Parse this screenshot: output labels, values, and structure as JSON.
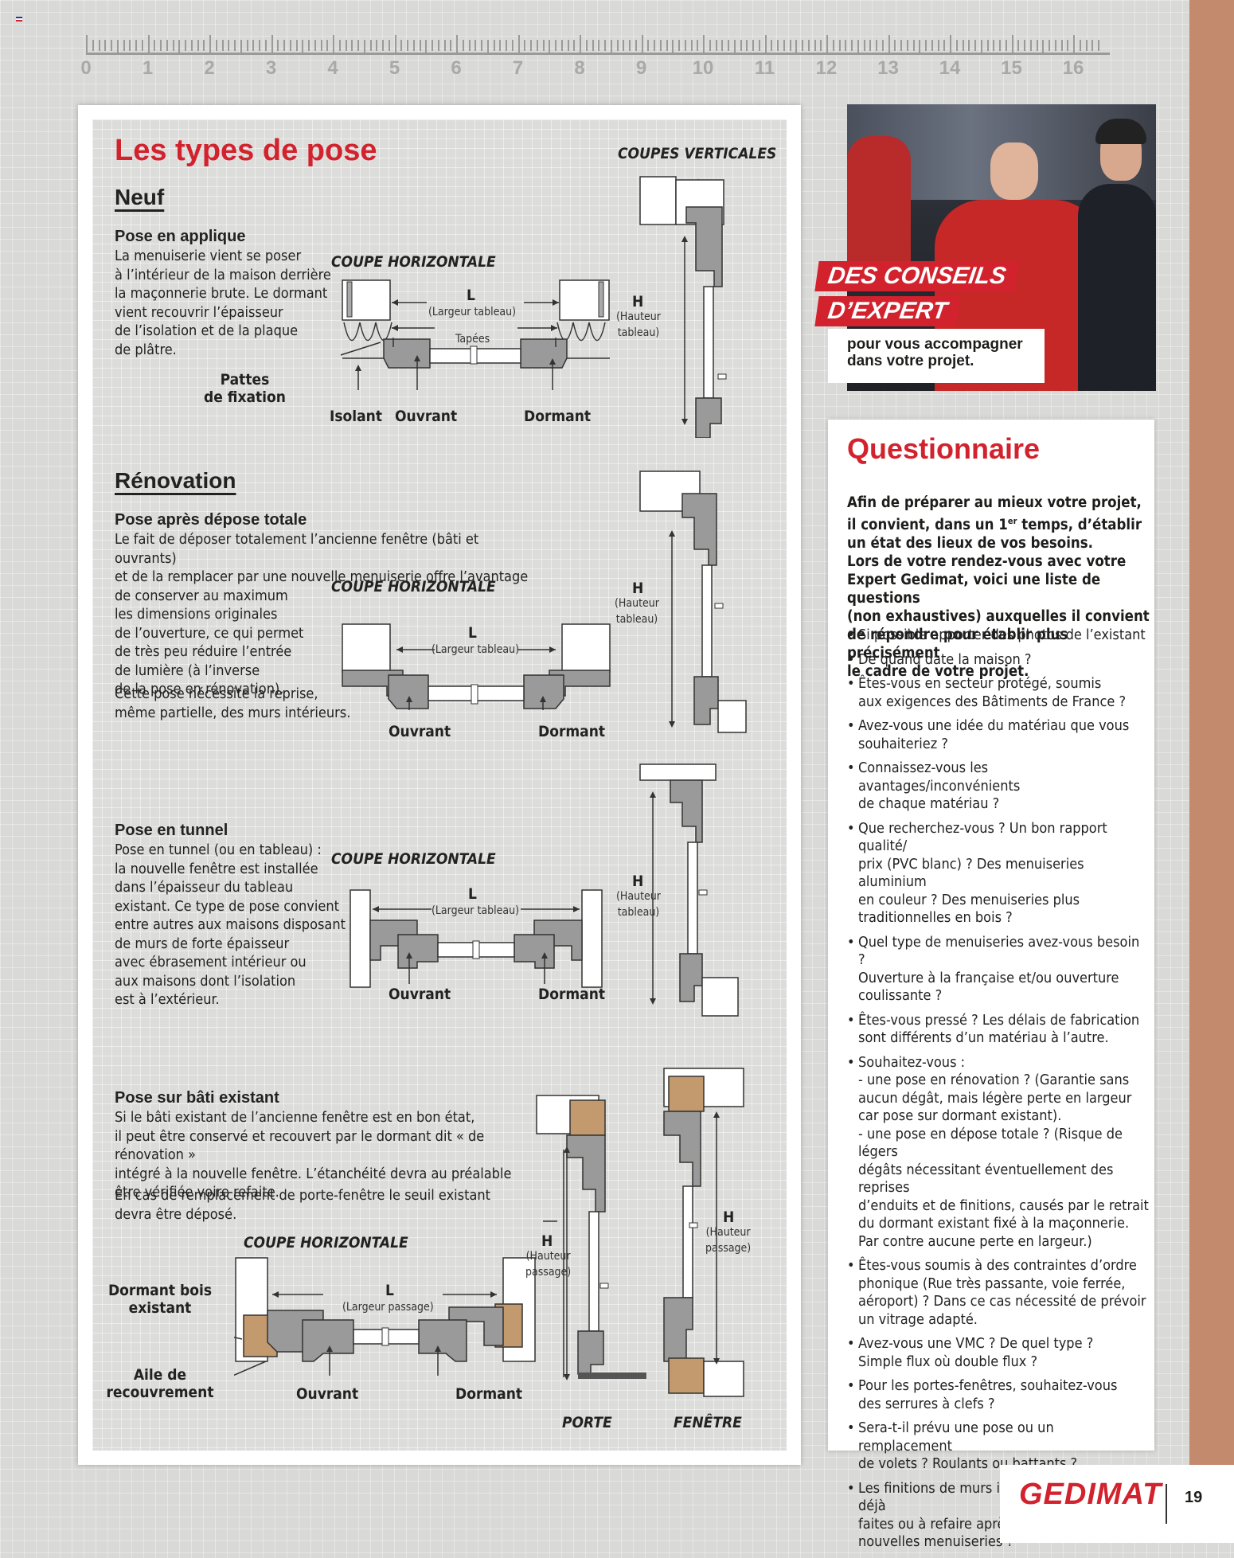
{
  "ruler": {
    "numbers": [
      "0",
      "1",
      "2",
      "3",
      "4",
      "5",
      "6",
      "7",
      "8",
      "9",
      "10",
      "11",
      "12",
      "13",
      "14",
      "15",
      "16"
    ]
  },
  "main": {
    "title": "Les types de pose",
    "neuf": {
      "heading": "Neuf",
      "sub": "Pose en applique",
      "text": "La menuiserie vient se poser\nà l’intérieur de la maison derrière\nla maçonnerie brute. Le dormant\nvient recouvrir l’épaisseur\nde l’isolation et de la plaque\nde plâtre.",
      "diag_title": "COUPE HORIZONTALE",
      "l": "L",
      "l_desc": "(Largeur tableau)",
      "tapees": "Tapées",
      "pattes": "Pattes\nde fixation",
      "isolant": "Isolant",
      "ouvrant": "Ouvrant",
      "dormant": "Dormant"
    },
    "coupes_verticales": "COUPES VERTICALES",
    "h": "H",
    "h_desc": "(Hauteur\ntableau)",
    "renovation": {
      "heading": "Rénovation",
      "sub": "Pose après dépose totale",
      "text": "Le fait de déposer totalement l’ancienne fenêtre (bâti et ouvrants)\net de la remplacer par une nouvelle menuiserie offre l’avantage\nde conserver au maximum\nles dimensions originales\nde l’ouverture, ce qui permet\nde très peu réduire l’entrée\nde lumière (à l’inverse\nde la pose en rénovation).",
      "text2": "Cette pose nécessite la reprise,\nmême partielle, des murs intérieurs.",
      "diag_title": "COUPE HORIZONTALE",
      "l": "L",
      "l_desc": "(Largeur tableau)",
      "ouvrant": "Ouvrant",
      "dormant": "Dormant"
    },
    "tunnel": {
      "sub": "Pose en tunnel",
      "text": "Pose en tunnel (ou en tableau) :\nla nouvelle fenêtre est installée\ndans l’épaisseur du tableau\nexistant. Ce type de pose convient\nentre autres aux maisons disposant\nde murs de forte épaisseur\navec ébrasement intérieur ou\naux maisons dont l’isolation\nest à l’extérieur.",
      "diag_title": "COUPE HORIZONTALE",
      "l": "L",
      "l_desc": "(Largeur tableau)",
      "ouvrant": "Ouvrant",
      "dormant": "Dormant"
    },
    "bati": {
      "sub": "Pose sur bâti existant",
      "text": "Si le bâti existant de l’ancienne fenêtre est en bon état,\nil peut être conservé et recouvert par le dormant dit « de rénovation »\nintégré à la nouvelle fenêtre. L’étanchéité devra au préalable\nêtre vérifiée voire refaite.",
      "text2": "En cas de remplacement de porte-fenêtre le seuil existant\ndevra être déposé.",
      "diag_title": "COUPE HORIZONTALE",
      "l": "L",
      "l_desc": "(Largeur passage)",
      "dormant_bois": "Dormant bois\nexistant",
      "aile": "Aile de\nrecouvrement",
      "ouvrant": "Ouvrant",
      "dormant": "Dormant",
      "h_desc": "(Hauteur\npassage)",
      "porte": "PORTE",
      "fenetre": "FENÊTRE"
    }
  },
  "expert": {
    "line1": "DES CONSEILS",
    "line2": "D’EXPERT",
    "caption": "pour vous accompagner\ndans votre projet."
  },
  "questionnaire": {
    "title": "Questionnaire",
    "intro_a": "Afin de préparer au mieux votre projet,\nil convient, dans un 1",
    "intro_sup": "er",
    "intro_b": " temps, d’établir\nun état des lieux de vos besoins.\nLors de votre rendez-vous avec votre\nExpert Gedimat, voici une liste de questions\n(non exhaustives) auxquelles il convient\nde répondre pour établir plus précisément\nle cadre de votre projet.",
    "items": [
      "Si possible apporter des photos de l’existant",
      "De quand date la maison ?",
      "Êtes-vous en secteur protégé, soumis\naux exigences des Bâtiments de France ?",
      "Avez-vous une idée du matériau que vous\nsouhaiteriez ?",
      "Connaissez-vous les avantages/inconvénients\nde chaque matériau ?",
      "Que recherchez-vous ? Un bon rapport qualité/\nprix (PVC blanc) ? Des menuiseries aluminium\nen couleur ? Des menuiseries plus\ntraditionnelles en bois ?",
      "Quel type de menuiseries avez-vous besoin ?\nOuverture à la française et/ou ouverture\ncoulissante ?",
      "Êtes-vous pressé ? Les délais de fabrication\nsont différents d’un matériau à l’autre.",
      "Souhaitez-vous :\n - une pose en rénovation ? (Garantie sans\n   aucun dégât, mais légère perte en largeur\n   car pose sur dormant existant).\n - une pose en dépose totale ? (Risque de légers\n   dégâts nécessitant éventuellement des reprises\n   d’enduits et de finitions, causés par le retrait\n   du dormant existant fixé à la maçonnerie.\n   Par contre aucune perte en largeur.)",
      "Êtes-vous soumis à des contraintes d’ordre\nphonique (Rue très passante, voie ferrée,\naéroport) ? Dans ce cas nécessité de prévoir\nun vitrage adapté.",
      "Avez-vous une VMC ? De quel type ?\nSimple flux où double flux ?",
      "Pour les portes-fenêtres, souhaitez-vous\ndes serrures à clefs ?",
      "Sera-t-il prévu une pose ou un remplacement\nde volets ? Roulants ou battants ?",
      "Les finitions de murs intérieurs sont-elles déjà\nfaites ou à refaire après la pose de mes\nnouvelles menuiseries ?"
    ]
  },
  "footer": {
    "brand": "GEDIMAT",
    "page": "19"
  },
  "colors": {
    "accent": "#d2222d",
    "strip": "#c48a6e",
    "wood": "#c29a6d"
  }
}
